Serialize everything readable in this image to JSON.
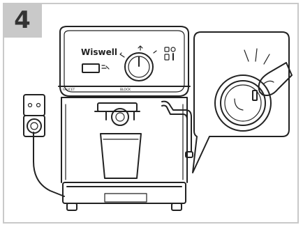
{
  "step": {
    "number": "4"
  },
  "machine": {
    "brand": "Wiswell",
    "label_left": "FAUCET",
    "label_right": "BLOCK"
  },
  "colors": {
    "frame": "#c9c9c9",
    "ink": "#222222",
    "background": "#ffffff"
  }
}
